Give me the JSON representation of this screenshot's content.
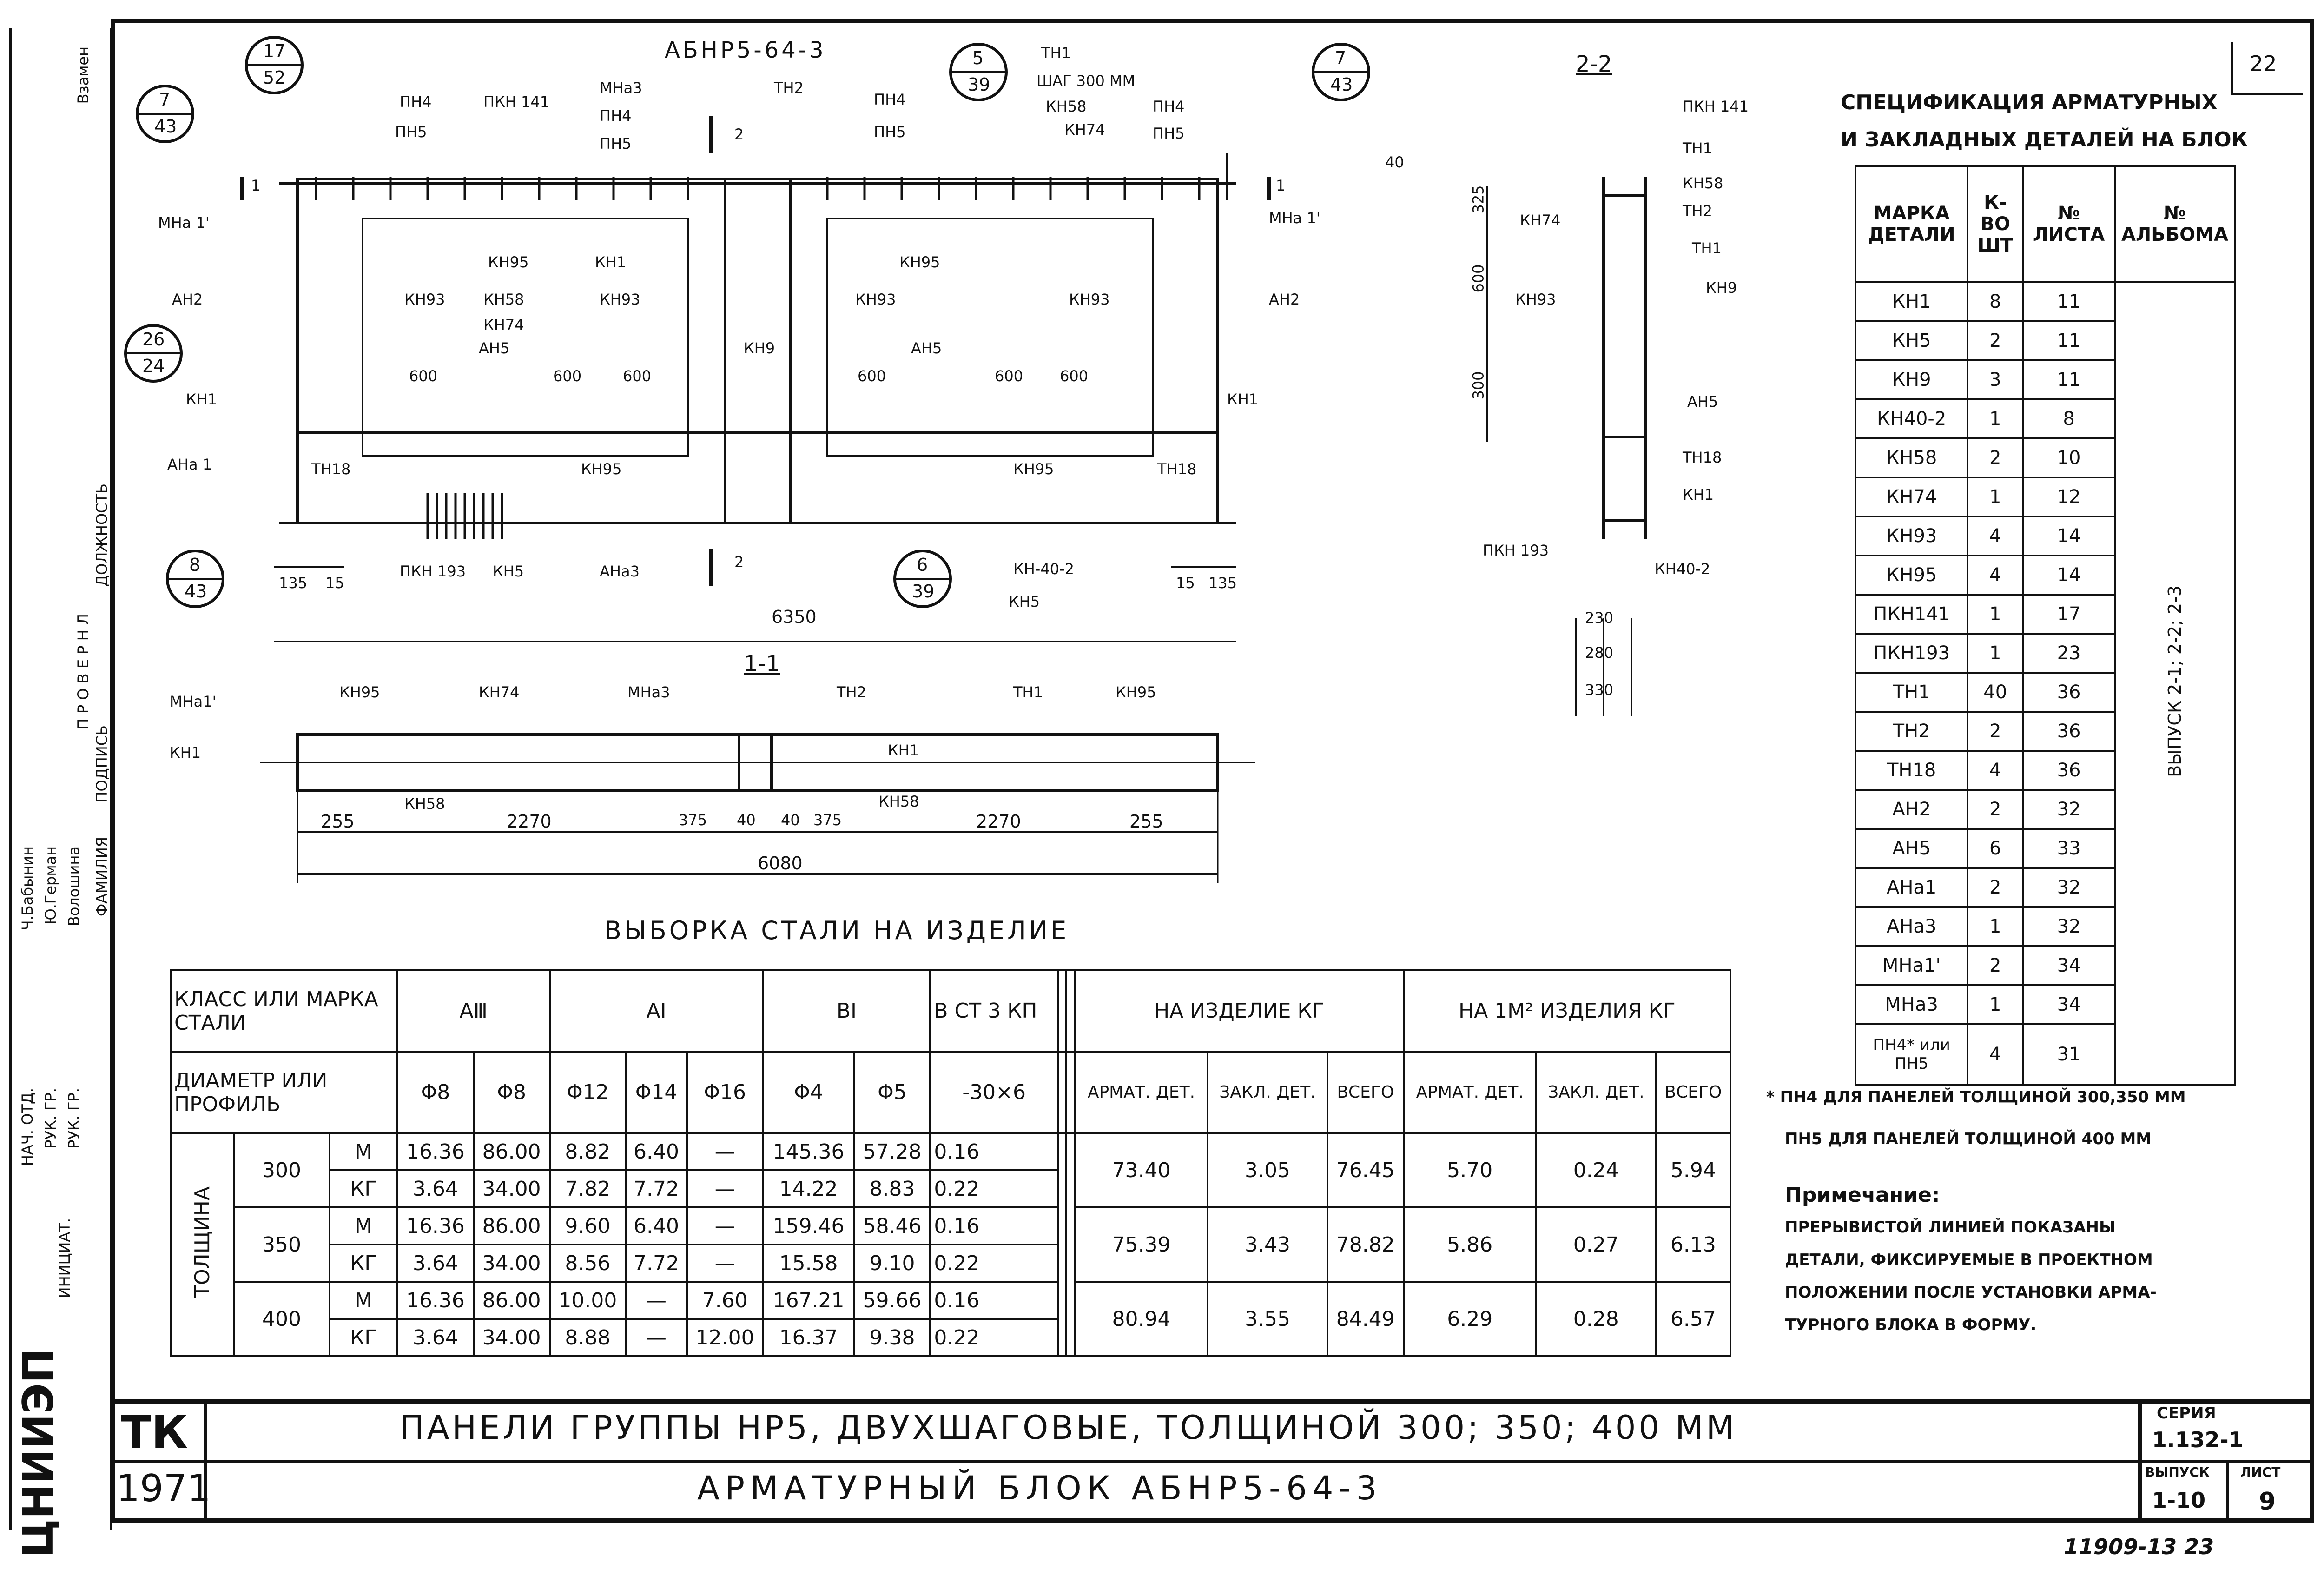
{
  "sheet_number": "22",
  "left_margin": {
    "vzamen": "Взамен",
    "checked": "П Р О В Е Р Н Л",
    "position": "ДОЛЖНОСТЬ",
    "signature": "ПОДПИСЬ",
    "name": "ФАМИЛИЯ",
    "rows": [
      {
        "pos": "НАЧ. ОТД.",
        "name": "Ч.Бабынин"
      },
      {
        "pos": "РУК. ГР.",
        "name": "Ю.Герман"
      },
      {
        "pos": "РУК. ГР.",
        "name": "Волошина"
      }
    ],
    "initiative": "ИНИЦИАТ.",
    "institute": "ЦНИИЭП"
  },
  "main_view": {
    "title": "АБНР5-64-3",
    "callouts": [
      {
        "num": "17",
        "den": "52"
      },
      {
        "num": "7",
        "den": "43"
      },
      {
        "num": "5",
        "den": "39"
      },
      {
        "num": "7",
        "den": "43"
      },
      {
        "num": "26",
        "den": "24"
      },
      {
        "num": "8",
        "den": "43"
      },
      {
        "num": "6",
        "den": "39"
      }
    ],
    "labels": {
      "pn4_a": "ПН4",
      "pn5_a": "ПН5",
      "pkn141": "ПКН 141",
      "mna3": "МНа3",
      "pn4_b": "ПН4",
      "pn5_b": "ПН5",
      "tn2": "ТН2",
      "pn4_c": "ПН4",
      "pn5_c": "ПН5",
      "tn1_top": "ТН1",
      "step": "ШАГ 300 ММ",
      "kn58_top": "КН58",
      "kn74_top": "КН74",
      "pn4_d": "ПН4",
      "pn5_d": "ПН5",
      "mna1_l": "МНа 1'",
      "mna1_r": "МНа 1'",
      "kn95_a": "КН95",
      "kn1_a": "КН1",
      "kn95_b": "КН95",
      "ah2_l": "АН2",
      "ah2_r": "АН2",
      "kn93_a": "КН93",
      "kn58_m": "КН58",
      "kn74_m": "КН74",
      "kn93_b": "КН93",
      "kn93_c": "КН93",
      "kn93_d": "КН93",
      "ah5_a": "АН5",
      "kn9": "КН9",
      "ah5_b": "АН5",
      "d600_a": "600",
      "d600_b": "600",
      "d600_c": "600",
      "d600_d": "600",
      "d600_e": "600",
      "d600_f": "600",
      "kn1_l": "КН1",
      "kn1_r": "КН1",
      "ana1": "АНа 1",
      "tn18_l": "ТН18",
      "tn18_r": "ТН18",
      "kn95_c": "КН95",
      "kn95_d": "КН95",
      "pkn193": "ПКН 193",
      "kn5_a": "КН5",
      "ana3": "АНа3",
      "kn402": "КН-40-2",
      "kn5_b": "КН5",
      "d135_l": "135",
      "d15_l": "15",
      "d15_r": "15",
      "d135_r": "135",
      "d6350": "6350",
      "sec1": "1",
      "sec2": "2",
      "d40": "40"
    }
  },
  "section_2_2": {
    "title": "2-2",
    "labels": {
      "pkn141": "ПКН 141",
      "tn1_a": "ТН1",
      "kn58": "КН58",
      "tn2": "ТН2",
      "kn74": "КН74",
      "tn1_b": "ТН1",
      "kn93": "КН93",
      "kn9": "КН9",
      "ah5": "АН5",
      "tn18": "ТН18",
      "kn1": "КН1",
      "pkn193": "ПКН 193",
      "kn402": "КН40-2",
      "d325": "325",
      "d600": "600",
      "d300": "300",
      "d230": "230",
      "d280": "280",
      "d330": "330"
    }
  },
  "section_1_1": {
    "title": "1-1",
    "labels": {
      "mna1": "МНа1'",
      "kn95_a": "КН95",
      "kn74": "КН74",
      "mna3": "МНа3",
      "tn2": "ТН2",
      "tn1": "ТН1",
      "kn95_b": "КН95",
      "kn1_l": "КН1",
      "kn1_r": "КН1",
      "kn58_a": "КН58",
      "kn58_b": "КН58",
      "d255_l": "255",
      "d2270_l": "2270",
      "d375_l": "375",
      "d40_l": "40",
      "d40_r": "40",
      "d375_r": "375",
      "d2270_r": "2270",
      "d255_r": "255",
      "d6080": "6080"
    }
  },
  "steel_selection": {
    "title": "ВЫБОРКА СТАЛИ НА ИЗДЕЛИЕ",
    "h_class": "КЛАСС ИЛИ МАРКА СТАЛИ",
    "h_a3": "АⅢ",
    "h_a1": "АⅠ",
    "h_b1": "ВⅠ",
    "h_vst": "В СТ 3 КП",
    "h_product": "НА ИЗДЕЛИЕ КГ",
    "h_m2": "НА 1М² ИЗДЕЛИЯ КГ",
    "h_diam": "ДИАМЕТР ИЛИ ПРОФИЛЬ",
    "diams": [
      "Φ8",
      "Φ8",
      "Φ12",
      "Φ14",
      "Φ16",
      "Φ4",
      "Φ5",
      "-30×6"
    ],
    "sub_product": [
      "АРМАТ. ДЕТ.",
      "ЗАКЛ. ДЕТ.",
      "ВСЕГО"
    ],
    "sub_m2": [
      "АРМАТ. ДЕТ.",
      "ЗАКЛ. ДЕТ.",
      "ВСЕГО"
    ],
    "thickness_label": "ТОЛЩИНА",
    "groups": [
      {
        "thickness": "300",
        "rows": [
          {
            "unit": "М",
            "vals": [
              "16.36",
              "86.00",
              "8.82",
              "6.40",
              "—",
              "145.36",
              "57.28",
              "0.16"
            ]
          },
          {
            "unit": "КГ",
            "vals": [
              "3.64",
              "34.00",
              "7.82",
              "7.72",
              "—",
              "14.22",
              "8.83",
              "0.22"
            ]
          }
        ],
        "totals": [
          "73.40",
          "3.05",
          "76.45",
          "5.70",
          "0.24",
          "5.94"
        ]
      },
      {
        "thickness": "350",
        "rows": [
          {
            "unit": "М",
            "vals": [
              "16.36",
              "86.00",
              "9.60",
              "6.40",
              "—",
              "159.46",
              "58.46",
              "0.16"
            ]
          },
          {
            "unit": "КГ",
            "vals": [
              "3.64",
              "34.00",
              "8.56",
              "7.72",
              "—",
              "15.58",
              "9.10",
              "0.22"
            ]
          }
        ],
        "totals": [
          "75.39",
          "3.43",
          "78.82",
          "5.86",
          "0.27",
          "6.13"
        ]
      },
      {
        "thickness": "400",
        "rows": [
          {
            "unit": "М",
            "vals": [
              "16.36",
              "86.00",
              "10.00",
              "—",
              "7.60",
              "167.21",
              "59.66",
              "0.16"
            ]
          },
          {
            "unit": "КГ",
            "vals": [
              "3.64",
              "34.00",
              "8.88",
              "—",
              "12.00",
              "16.37",
              "9.38",
              "0.22"
            ]
          }
        ],
        "totals": [
          "80.94",
          "3.55",
          "84.49",
          "6.29",
          "0.28",
          "6.57"
        ]
      }
    ]
  },
  "specification": {
    "title_line1": "СПЕЦИФИКАЦИЯ АРМАТУРНЫХ",
    "title_line2": "И ЗАКЛАДНЫХ ДЕТАЛЕЙ НА БЛОК",
    "h_mark": "МАРКА ДЕТАЛИ",
    "h_qty": "К-ВО ШТ",
    "h_sheet": "№ ЛИСТА",
    "h_album": "№ АЛЬБОМА",
    "album_note": "ВЫПУСК 2-1; 2-2; 2-3",
    "rows": [
      {
        "mark": "КН1",
        "qty": "8",
        "sheet": "11"
      },
      {
        "mark": "КН5",
        "qty": "2",
        "sheet": "11"
      },
      {
        "mark": "КН9",
        "qty": "3",
        "sheet": "11"
      },
      {
        "mark": "КН40-2",
        "qty": "1",
        "sheet": "8"
      },
      {
        "mark": "КН58",
        "qty": "2",
        "sheet": "10"
      },
      {
        "mark": "КН74",
        "qty": "1",
        "sheet": "12"
      },
      {
        "mark": "КН93",
        "qty": "4",
        "sheet": "14"
      },
      {
        "mark": "КН95",
        "qty": "4",
        "sheet": "14"
      },
      {
        "mark": "ПКН141",
        "qty": "1",
        "sheet": "17"
      },
      {
        "mark": "ПКН193",
        "qty": "1",
        "sheet": "23"
      },
      {
        "mark": "ТН1",
        "qty": "40",
        "sheet": "36"
      },
      {
        "mark": "ТН2",
        "qty": "2",
        "sheet": "36"
      },
      {
        "mark": "ТН18",
        "qty": "4",
        "sheet": "36"
      },
      {
        "mark": "АН2",
        "qty": "2",
        "sheet": "32"
      },
      {
        "mark": "АН5",
        "qty": "6",
        "sheet": "33"
      },
      {
        "mark": "АНа1",
        "qty": "2",
        "sheet": "32"
      },
      {
        "mark": "АНа3",
        "qty": "1",
        "sheet": "32"
      },
      {
        "mark": "МНа1'",
        "qty": "2",
        "sheet": "34"
      },
      {
        "mark": "МНа3",
        "qty": "1",
        "sheet": "34"
      },
      {
        "mark": "ПН4* или ПН5",
        "qty": "4",
        "sheet": "31"
      }
    ]
  },
  "footnote": {
    "line1": "* ПН4 ДЛЯ ПАНЕЛЕЙ ТОЛЩИНОЙ 300,350 ММ",
    "line2": "ПН5 ДЛЯ ПАНЕЛЕЙ ТОЛЩИНОЙ 400 ММ",
    "note_title": "Примечание:",
    "note_lines": [
      "ПРЕРЫВИСТОЙ ЛИНИЕЙ ПОКАЗАНЫ",
      "ДЕТАЛИ, ФИКСИРУЕМЫЕ В ПРОЕКТНОМ",
      "ПОЛОЖЕНИИ ПОСЛЕ УСТАНОВКИ АРМА-",
      "ТУРНОГО БЛОКА В ФОРМУ."
    ]
  },
  "title_block": {
    "tk": "ТК",
    "year": "1971",
    "title1": "ПАНЕЛИ ГРУППЫ НР5, ДВУХШАГОВЫЕ, ТОЛЩИНОЙ 300; 350; 400 ММ",
    "title2": "АРМАТУРНЫЙ БЛОК АБНР5-64-3",
    "series_label": "СЕРИЯ",
    "series": "1.132-1",
    "issue_label": "ВЫПУСК",
    "issue": "1-10",
    "sheet_label": "ЛИСТ",
    "sheet": "9",
    "stamp": "11909-13 23"
  }
}
